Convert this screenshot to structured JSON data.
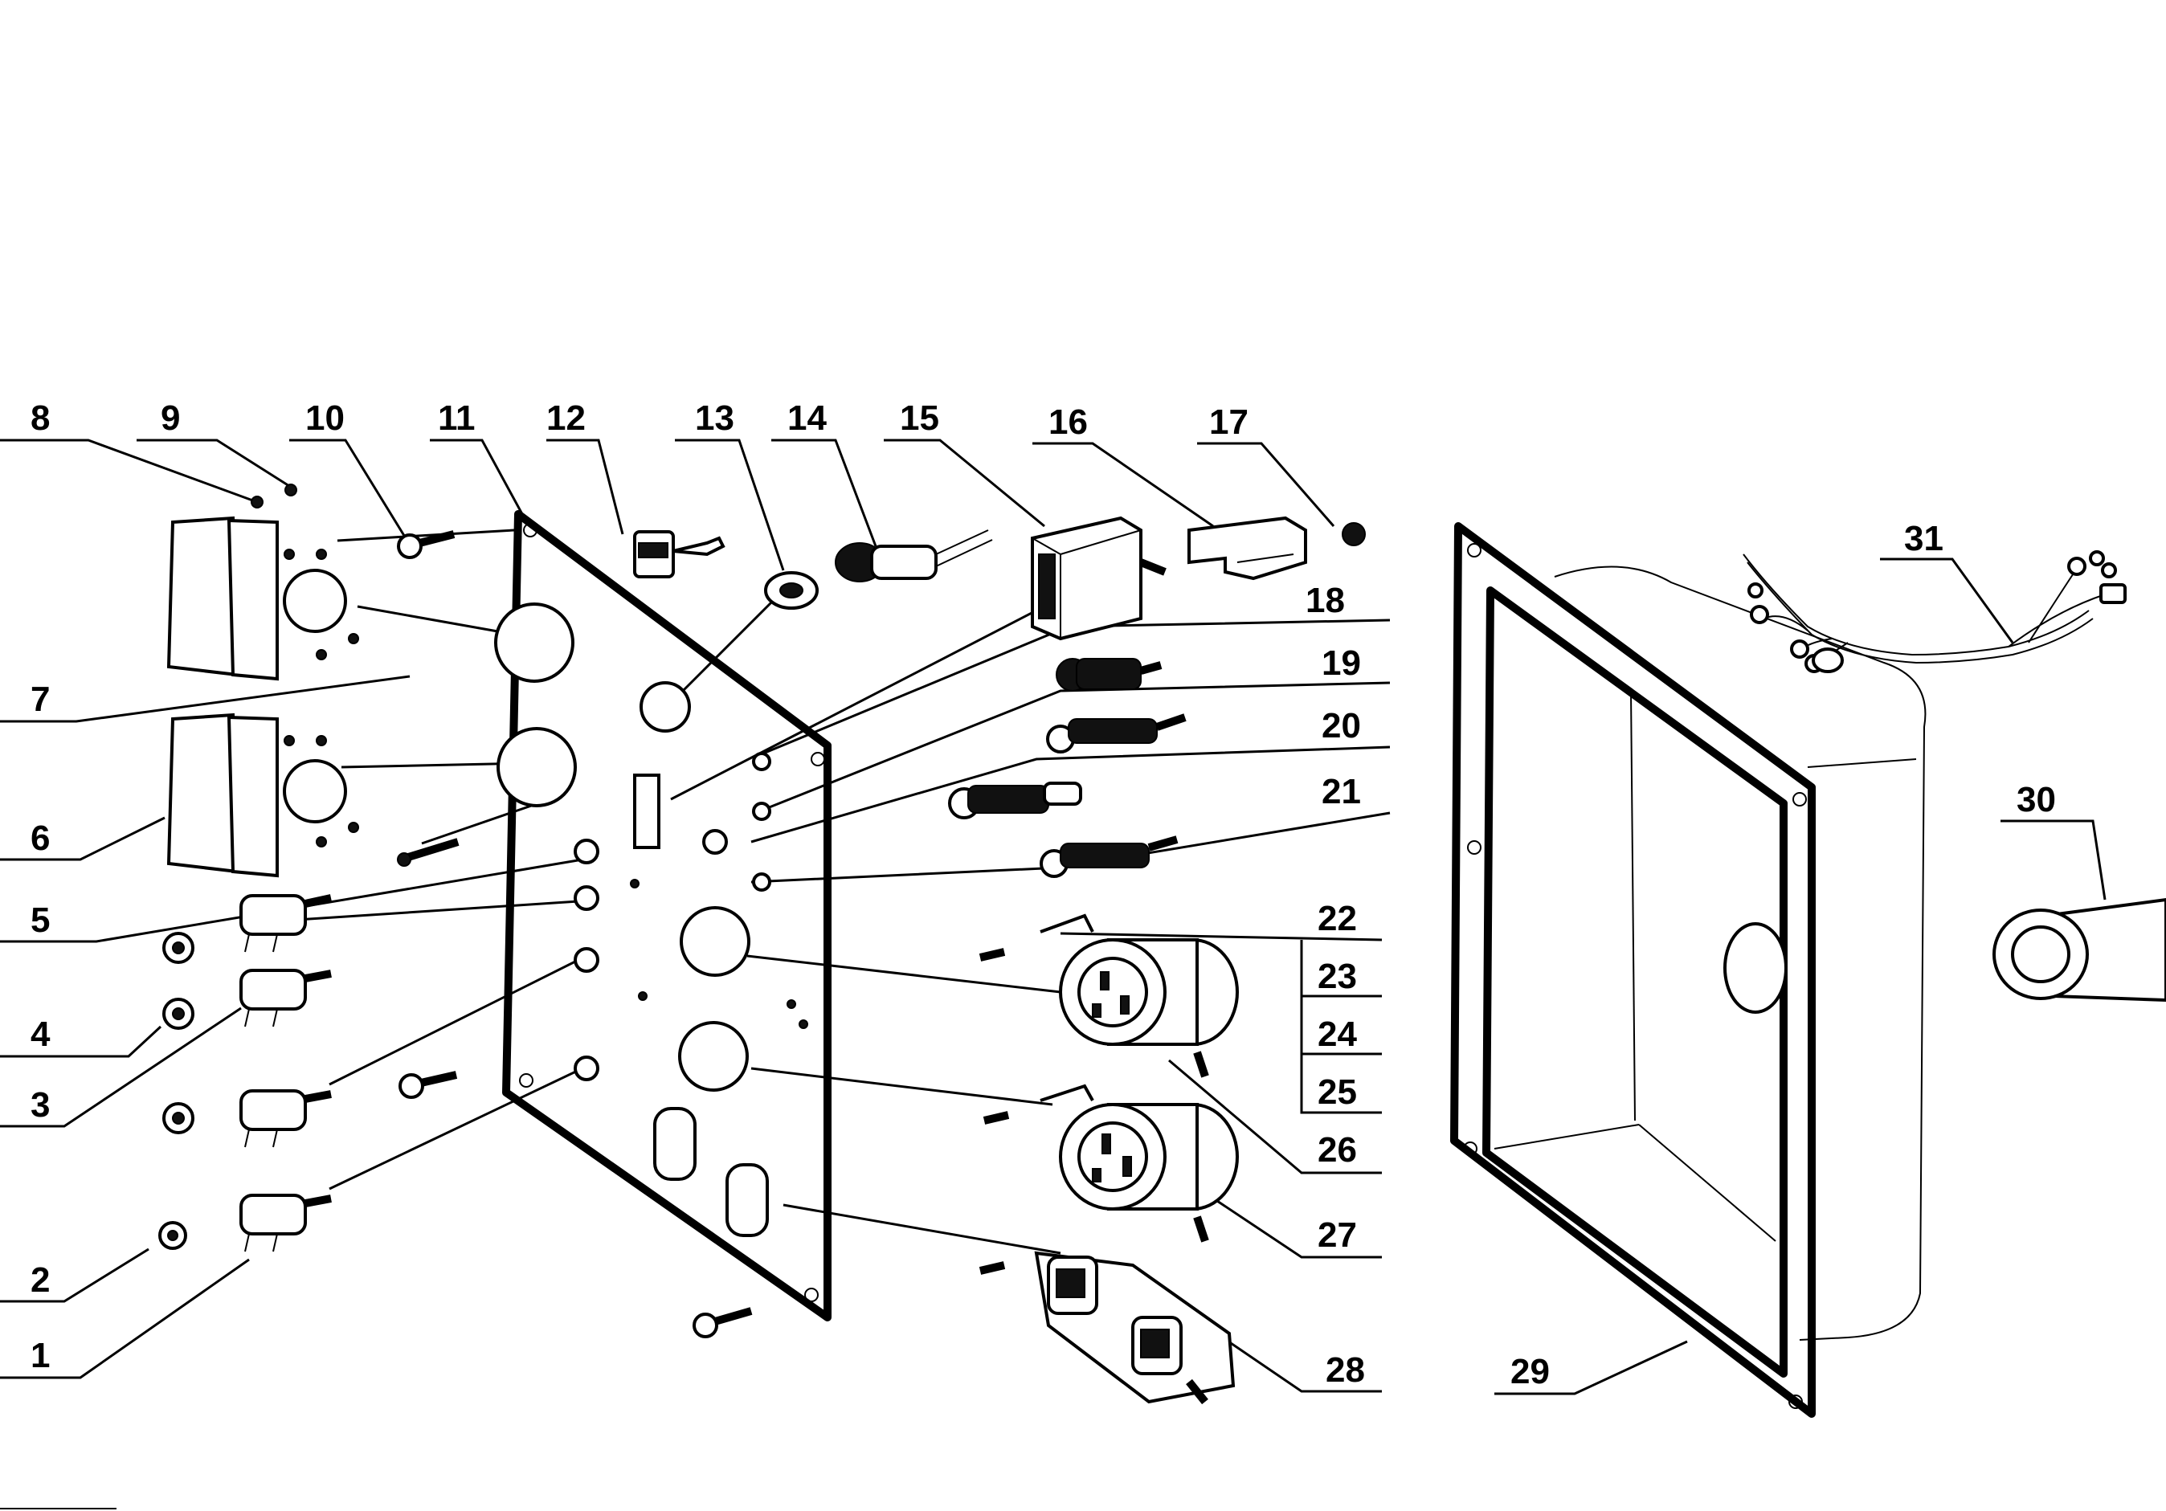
{
  "labels": {
    "p1": "1",
    "p2": "2",
    "p3": "3",
    "p4": "4",
    "p5": "5",
    "p6": "6",
    "p7": "7",
    "p8": "8",
    "p9": "9",
    "p10": "10",
    "p11": "11",
    "p12": "12",
    "p13": "13",
    "p14": "14",
    "p15": "15",
    "p16": "16",
    "p17": "17",
    "p18": "18",
    "p19": "19",
    "p20": "20",
    "p21": "21",
    "p22": "22",
    "p23": "23",
    "p24": "24",
    "p25": "25",
    "p26": "26",
    "p27": "27",
    "p28": "28",
    "p29": "29",
    "p30": "30",
    "p31": "31"
  }
}
